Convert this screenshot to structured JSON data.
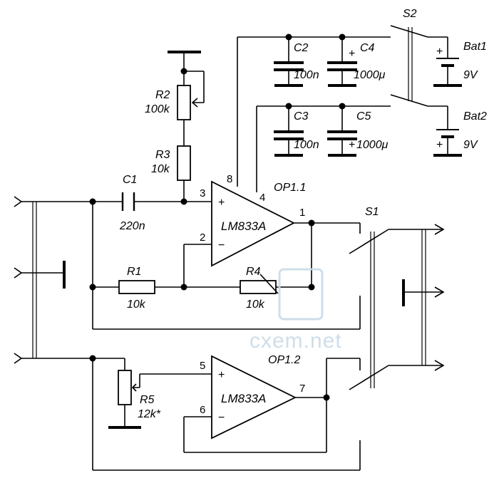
{
  "watermark": "cxem.net",
  "labels": {
    "r1": "R1",
    "r1_val": "10k",
    "r2": "R2",
    "r2_val": "100k",
    "r3": "R3",
    "r3_val": "10k",
    "r4": "R4",
    "r4_val": "10k",
    "r5": "R5",
    "r5_val": "12k*",
    "c1": "C1",
    "c1_val": "220n",
    "c2": "C2",
    "c2_val": "100n",
    "c3": "C3",
    "c3_val": "100n",
    "c4": "C4",
    "c4_val": "1000μ",
    "c5": "C5",
    "c5_val": "1000μ",
    "s1": "S1",
    "s2": "S2",
    "bat1": "Bat1",
    "bat1_val": "9V",
    "bat2": "Bat2",
    "bat2_val": "9V",
    "op1": "OP1.1",
    "op2": "OP1.2",
    "chip1": "LM833A",
    "chip2": "LM833A"
  },
  "pins": {
    "p1": "1",
    "p2": "2",
    "p3": "3",
    "p4": "4",
    "p5": "5",
    "p6": "6",
    "p7": "7",
    "p8": "8"
  },
  "symbols": {
    "plus": "+",
    "minus": "−"
  }
}
